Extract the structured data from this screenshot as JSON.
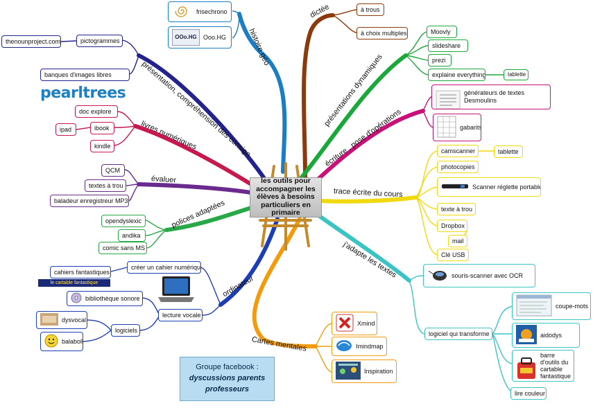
{
  "center": "les outils pour accompagner les élèves à besoins particuliers en primaire",
  "branches": {
    "histoire": "histoire géo",
    "dictee": "dictée",
    "presentations": "présentations dynamiques",
    "ecriture": "écriture , pose d'opérations",
    "trace": "trace écrite du cours",
    "adapte": "j'adapte les textes",
    "cartes": "Cartes mentales",
    "ordinateur": "ordinateur",
    "polices": "polices adaptées",
    "evaluer": "évaluer",
    "livres": "livres numériques",
    "presentation_comp": "présentation, compréhension des consign"
  },
  "nodes": {
    "frisechrono": "frisechrono",
    "ooohg": "Ooo.HG",
    "ooohg_logo": "OOo.HG",
    "atrous": "à trous",
    "achoix": "à choix multiples",
    "moovly": "Moovly",
    "slideshare": "slideshare",
    "prezi": "prezi",
    "explaine": "explaine everything",
    "tablette1": "tablette",
    "generateurs": "générateurs de textes\nDesmoulins",
    "gabarits": "gabarits",
    "camscanner": "camscanner",
    "tablette2": "tablette",
    "photocopies": "photocopies",
    "scanner_reglette": "Scanner réglette portable",
    "texte_trou": "texte à trou",
    "dropbox": "Dropbox",
    "mail": "mail",
    "cle_usb": "Clé USB",
    "souris": "souris-scanner avec OCR",
    "logiciel": "logiciel qui transforme",
    "coupemots": "coupe-mots",
    "aidodys": "aidodys",
    "barre": "barre\nd'outils du\ncartable\nfantastique",
    "lirecouleur": "lire couleur",
    "xmind": "Xmind",
    "imindmap": "Imindmap",
    "inspiration": "Inspiration",
    "thenoun": "thenounproject.com",
    "pictogrammes": "pictogrammes",
    "banques": "banques d'images libres",
    "pearltrees": "pearltrees",
    "docexplore": "doc explore",
    "ipad": "ipad",
    "ibook": "ibook",
    "kindle": "kindle",
    "qcm": "QCM",
    "textes_trou": "textes à trou",
    "baladeur": "baladeur enregistreur MP3",
    "opendyslexic": "opendyslexic",
    "andika": "andika",
    "comic": "comic sans MS",
    "cahiers": "cahiers fantastiques",
    "cartable_banner": "le cartable fantastique",
    "creer_cahier": "créer un cahier numérique",
    "lecture_vocale": "lecture vocale",
    "bibliotheque": "bibliothèque sonore",
    "dysvocal": "dysvocal",
    "logiciels": "logiciels",
    "balabolka": "balabolka"
  },
  "facebook": {
    "line1": "Groupe facebook :",
    "line2": "dyscussions parents",
    "line3": "professeurs"
  },
  "colors": {
    "histoire": "#1b7ec4",
    "dictee": "#8b3a0c",
    "presentations": "#1aa83a",
    "ecriture": "#c8127a",
    "trace": "#f2d80f",
    "adapte": "#3cc3c3",
    "cartes": "#f39b0c",
    "ordinateur": "#1d3fb3",
    "polices": "#28a848",
    "evaluer": "#6a2a8e",
    "livres": "#c81850",
    "presentation_comp": "#22238c"
  }
}
